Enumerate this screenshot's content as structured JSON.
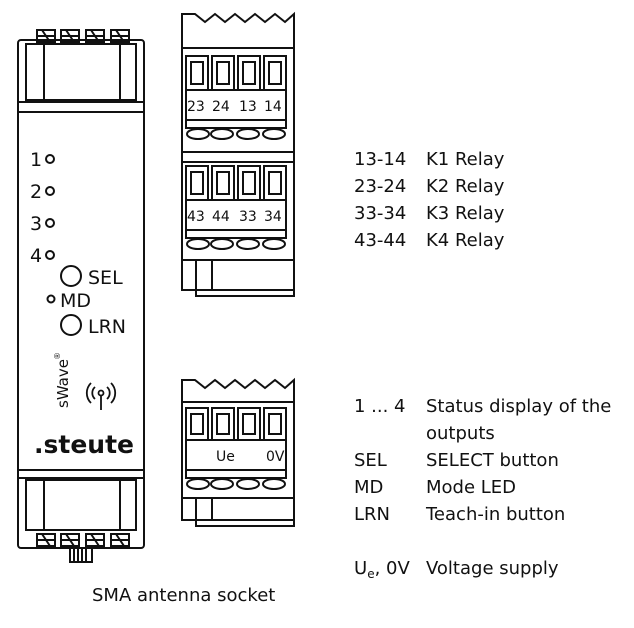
{
  "device": {
    "leds": [
      "1",
      "2",
      "3",
      "4"
    ],
    "sel_label": "SEL",
    "md_label": "MD",
    "lrn_label": "LRN",
    "product": "sWave",
    "product_mark": "®",
    "brand": ".steute"
  },
  "terminals": {
    "top_row_1": [
      "23",
      "24",
      "13",
      "14"
    ],
    "top_row_2": [
      "43",
      "44",
      "33",
      "34"
    ],
    "bottom": [
      "Ue",
      "0V"
    ]
  },
  "caption": "SMA antenna socket",
  "relay_legend": [
    {
      "key": "13-14",
      "value": "K1 Relay"
    },
    {
      "key": "23-24",
      "value": "K2 Relay"
    },
    {
      "key": "33-34",
      "value": "K3 Relay"
    },
    {
      "key": "43-44",
      "value": "K4 Relay"
    }
  ],
  "function_legend": [
    {
      "key": "1 ... 4",
      "value": "Status display of the",
      "continuation": "outputs"
    },
    {
      "key": "SEL",
      "value": "SELECT button"
    },
    {
      "key": "MD",
      "value": "Mode LED"
    },
    {
      "key": "LRN",
      "value": "Teach-in button"
    }
  ],
  "supply": {
    "key_main": "U",
    "key_sub": "e",
    "key_rest": ", 0V",
    "value": "Voltage supply"
  }
}
